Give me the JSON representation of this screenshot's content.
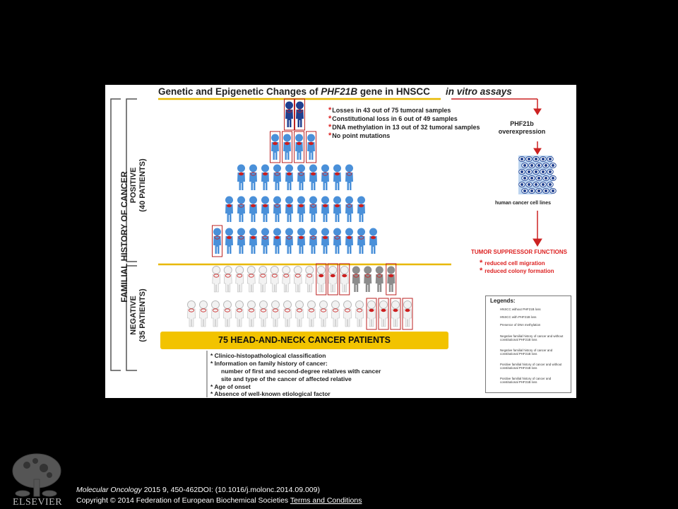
{
  "figure": {
    "title_prefix": "Genetic and Epigenetic Changes of ",
    "title_gene": "PHF21B",
    "title_suffix": " gene in HNSCC",
    "in_vitro": "in vitro assays",
    "findings": [
      "Losses in 43 out of 75 tumoral samples",
      "Constitutional loss in 6 out of 49 samples",
      "DNA methylation in 13 out of 32 tumoral samples",
      "No point mutations"
    ],
    "side_main": "FAMILIAL HISTORY OF CANCER",
    "positive_label": "POSITIVE",
    "positive_count": "(40 PATIENTS)",
    "negative_label": "NEGATIVE",
    "negative_count": "(35 PATIENTS)",
    "banner": "75 HEAD-AND-NECK CANCER PATIENTS",
    "clinical": [
      "* Clinico-histopathological classification",
      "* Information on family history of cancer:",
      "number of first and second-degree relatives with cancer",
      "site and type of the cancer of affected relative",
      "* Age of onset",
      "* Absence of well-known etiological factor"
    ],
    "overexpression_line1": "PHF21b",
    "overexpression_line2": "overexpression",
    "cell_caption": "human cancer cell lines",
    "tsf_title": "TUMOR SUPPRESSOR FUNCTIONS",
    "tsf_items": [
      "reduced cell migration",
      "reduced colony formation"
    ],
    "legend": {
      "title": "Legends:",
      "items": [
        "HNSCC without PHF21B loss",
        "HNSCC with PHF21B loss",
        "Presence of DNA methylation",
        "Negative familial history of cancer and without constitutional PHF21B loss",
        "Negative familial history of cancer and constitutional PHF21B loss",
        "Positive familial history of cancer and without constitutional PHF21B loss",
        "Positive familial history of cancer and constitutional PHF21B loss"
      ]
    },
    "colors": {
      "blue": "#4a90d9",
      "dark_blue": "#1f3f8f",
      "gray": "#8c8c8c",
      "white_person": "#f2f2f2",
      "tumor_red": "#cc1f1f",
      "gold": "#e8b800",
      "arrow_red": "#cc2222"
    },
    "pyramid": {
      "row1": {
        "count": 2,
        "type": "dark"
      },
      "row2": {
        "count": 4,
        "type": "blue"
      },
      "row3": {
        "count": 10,
        "type": "blue"
      },
      "row4": {
        "count": 12,
        "type": "blue"
      },
      "row5": {
        "count": 14,
        "type": "blue"
      },
      "row6": {
        "count": 16,
        "type": "mixed"
      },
      "row7": {
        "count": 19,
        "type": "white"
      }
    }
  },
  "footer": {
    "journal": "Molecular Oncology",
    "citation": " 2015 9, 450-462DOI: (10.1016/j.molonc.2014.09.009)",
    "copyright": "Copyright © 2014 Federation of European Biochemical Societies ",
    "link": "Terms and Conditions",
    "publisher": "ELSEVIER"
  }
}
